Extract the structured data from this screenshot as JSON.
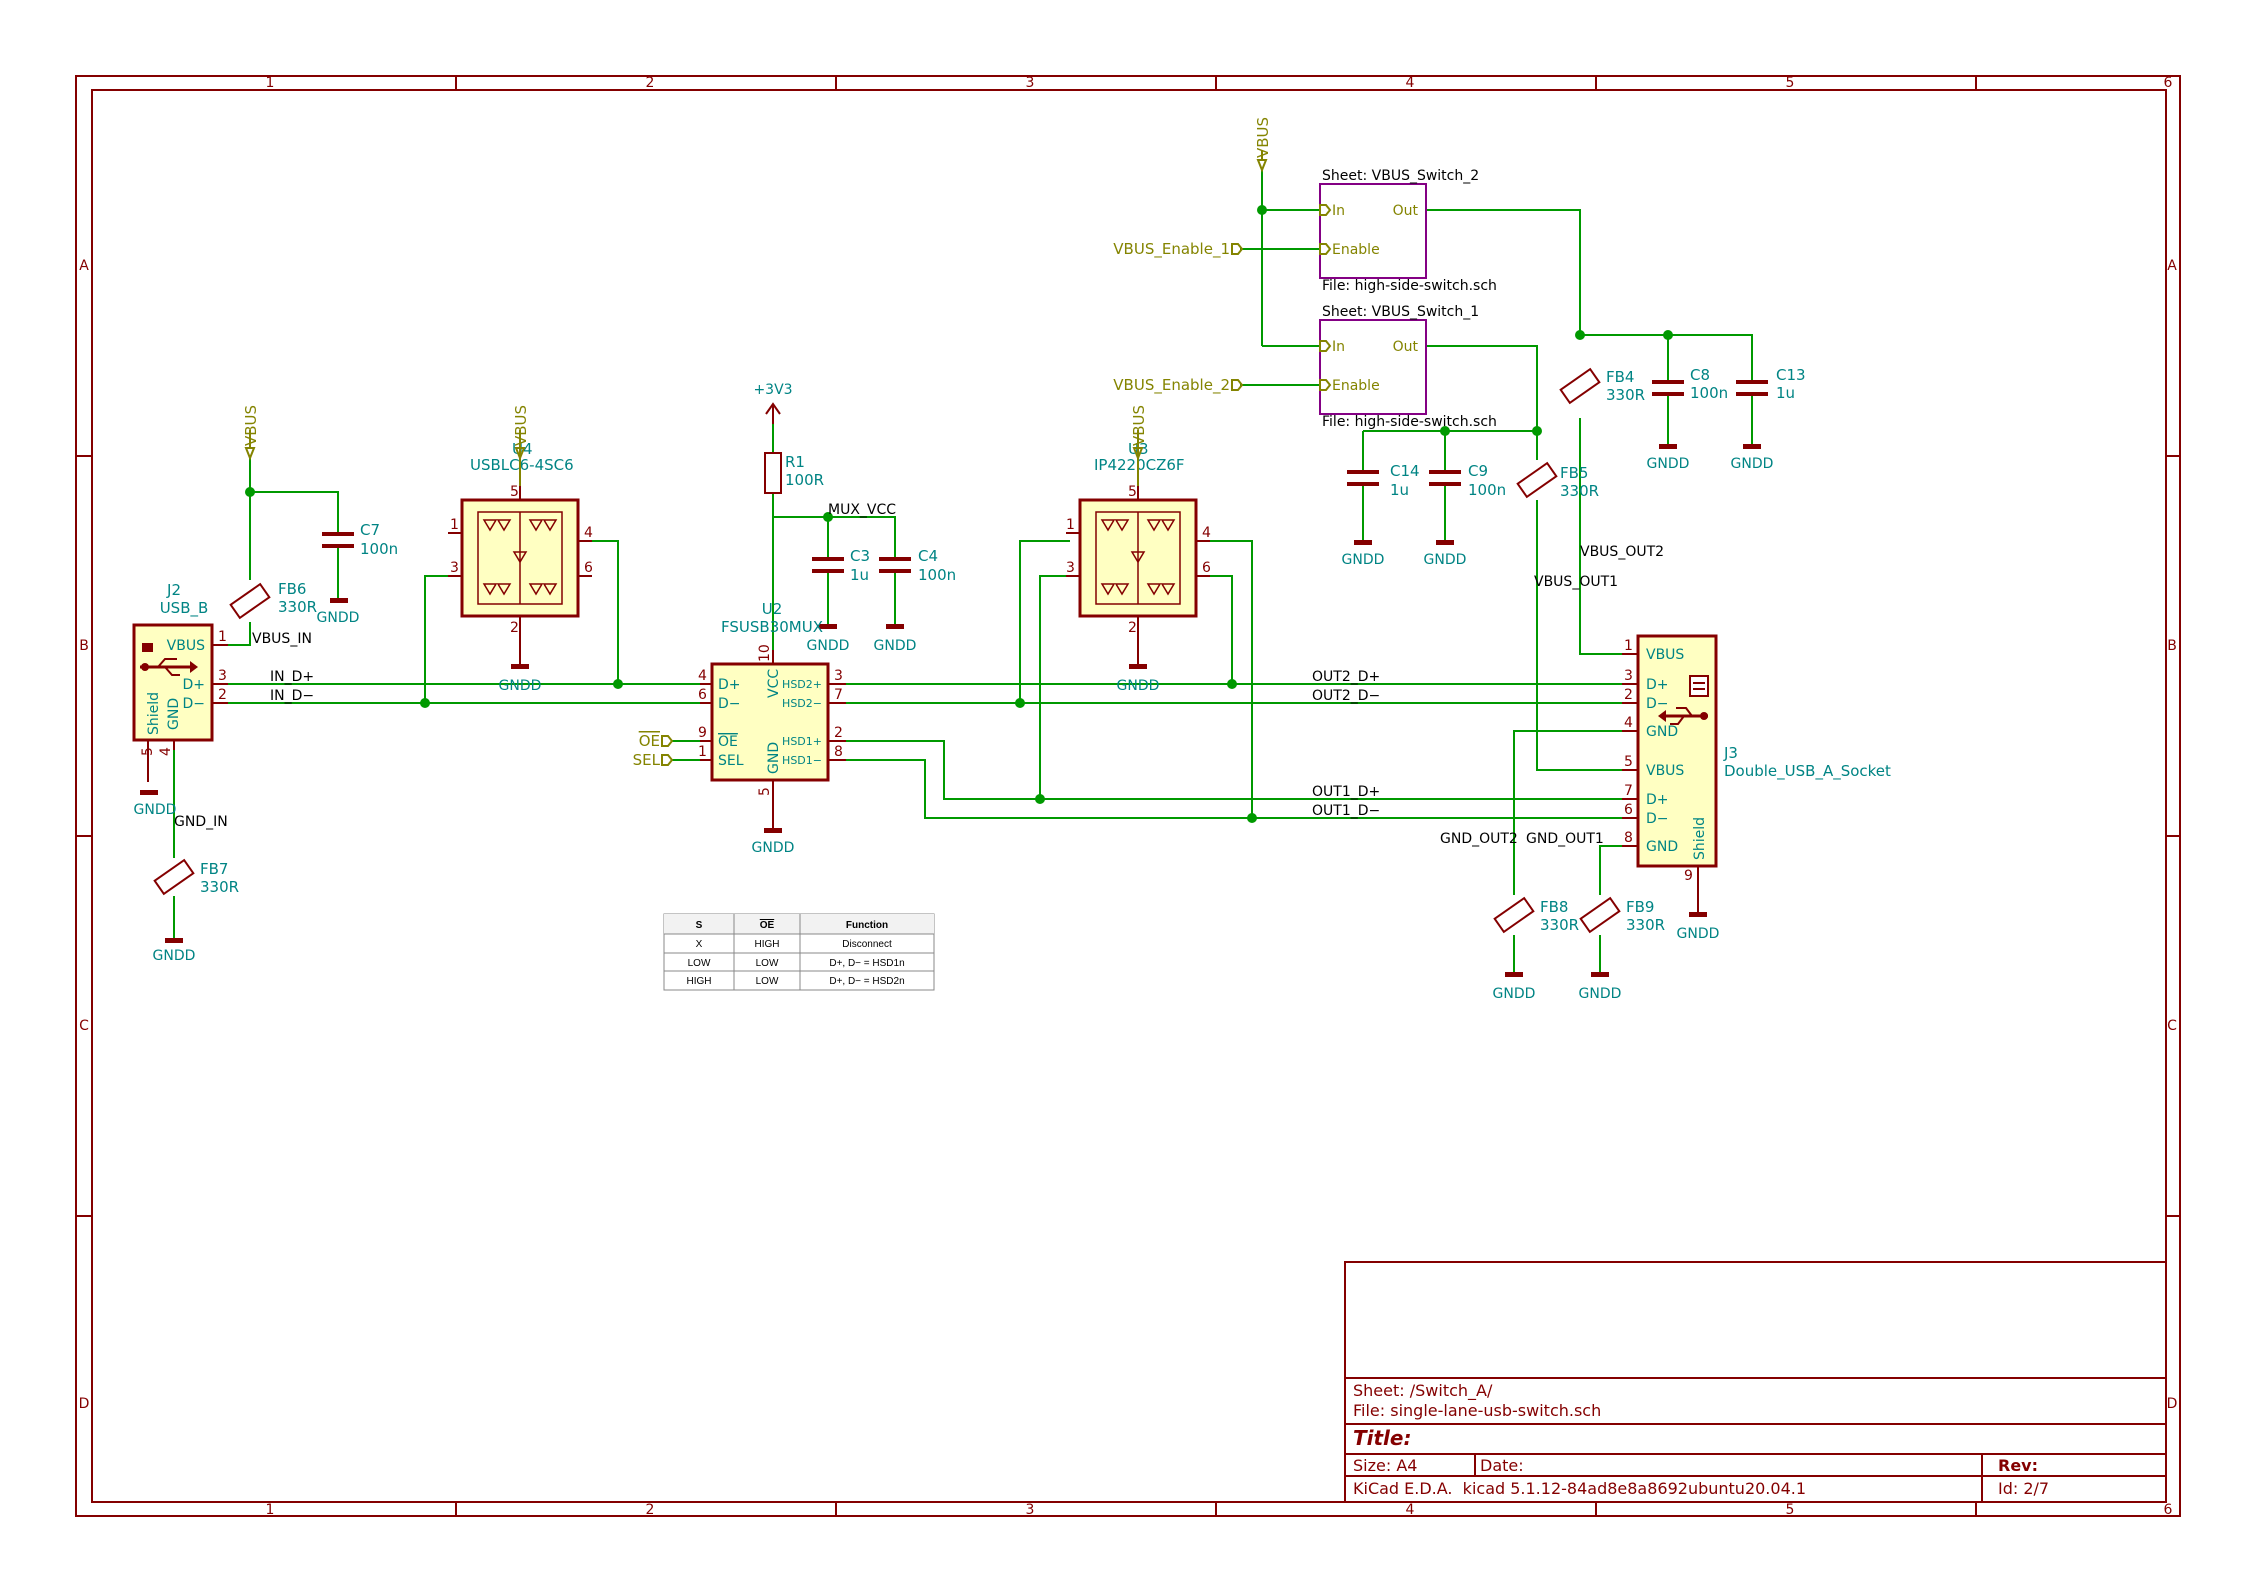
{
  "frame": {
    "col_labels": [
      "1",
      "2",
      "3",
      "4",
      "5",
      "6"
    ],
    "row_labels": [
      "A",
      "B",
      "C",
      "D"
    ]
  },
  "components": {
    "J2": {
      "ref": "J2",
      "value": "USB_B",
      "pins": {
        "vbus": "VBUS",
        "dp": "D+",
        "dm": "D−",
        "gnd": "GND",
        "shield": "Shield"
      },
      "nums": {
        "p1": "1",
        "p3": "3",
        "p2": "2",
        "p5": "5",
        "p4": "4"
      }
    },
    "U4": {
      "ref": "U4",
      "value": "USBLC6-4SC6",
      "nums": [
        "1",
        "3",
        "5",
        "2",
        "4",
        "6"
      ]
    },
    "U2": {
      "ref": "U2",
      "value": "FSUSB30MUX",
      "pins": {
        "dp": "D+",
        "dm": "D−",
        "oe": "OE",
        "sel": "SEL",
        "vcc": "VCC",
        "gnd": "GND",
        "hsd2p": "HSD2+",
        "hsd2m": "HSD2−",
        "hsd1p": "HSD1+",
        "hsd1m": "HSD1−"
      },
      "nums": {
        "p4": "4",
        "p6": "6",
        "p9": "9",
        "p1": "1",
        "p10": "10",
        "p5": "5",
        "p3": "3",
        "p7": "7",
        "p2": "2",
        "p8": "8"
      }
    },
    "U3": {
      "ref": "U3",
      "value": "IP4220CZ6F",
      "nums": [
        "1",
        "3",
        "5",
        "2",
        "4",
        "6"
      ]
    },
    "J3": {
      "ref": "J3",
      "value": "Double_USB_A_Socket",
      "pins": {
        "vbus1": "VBUS",
        "dp1": "D+",
        "dm1": "D−",
        "gnd1": "GND",
        "vbus2": "VBUS",
        "dp2": "D+",
        "dm2": "D−",
        "gnd2": "GND",
        "shield": "Shield"
      },
      "nums": [
        "1",
        "3",
        "2",
        "4",
        "5",
        "7",
        "6",
        "8",
        "9"
      ]
    },
    "R1": {
      "ref": "R1",
      "value": "100R"
    },
    "C7": {
      "ref": "C7",
      "value": "100n"
    },
    "C3": {
      "ref": "C3",
      "value": "1u"
    },
    "C4": {
      "ref": "C4",
      "value": "100n"
    },
    "C14": {
      "ref": "C14",
      "value": "1u"
    },
    "C9": {
      "ref": "C9",
      "value": "100n"
    },
    "C8": {
      "ref": "C8",
      "value": "100n"
    },
    "C13": {
      "ref": "C13",
      "value": "1u"
    },
    "FB4": {
      "ref": "FB4",
      "value": "330R"
    },
    "FB5": {
      "ref": "FB5",
      "value": "330R"
    },
    "FB6": {
      "ref": "FB6",
      "value": "330R"
    },
    "FB7": {
      "ref": "FB7",
      "value": "330R"
    },
    "FB8": {
      "ref": "FB8",
      "value": "330R"
    },
    "FB9": {
      "ref": "FB9",
      "value": "330R"
    }
  },
  "power": {
    "vbus": "VBUS",
    "v3v3": "+3V3",
    "gndd": "GNDD"
  },
  "nets": {
    "vbus_in": "VBUS_IN",
    "in_dp": "IN_D+",
    "in_dm": "IN_D−",
    "gnd_in": "GND_IN",
    "mux_vcc": "MUX_VCC",
    "out2_dp": "OUT2_D+",
    "out2_dm": "OUT2_D−",
    "out1_dp": "OUT1_D+",
    "out1_dm": "OUT1_D−",
    "vbus_out2": "VBUS_OUT2",
    "vbus_out1": "VBUS_OUT1",
    "gnd_out2": "GND_OUT2",
    "gnd_out1": "GND_OUT1"
  },
  "hier_labels": {
    "en1": "VBUS_Enable_1",
    "en2": "VBUS_Enable_2",
    "oe": "OE",
    "sel": "SEL"
  },
  "sheets": [
    {
      "name": "Sheet: VBUS_Switch_2",
      "file": "File: high-side-switch.sch",
      "pin_in": "In",
      "pin_en": "Enable",
      "pin_out": "Out"
    },
    {
      "name": "Sheet: VBUS_Switch_1",
      "file": "File: high-side-switch.sch",
      "pin_in": "In",
      "pin_en": "Enable",
      "pin_out": "Out"
    }
  ],
  "truth_table": {
    "headers": [
      "S",
      "OE",
      "Function"
    ],
    "rows": [
      [
        "X",
        "HIGH",
        "Disconnect"
      ],
      [
        "LOW",
        "LOW",
        "D+, D− = HSD1n"
      ],
      [
        "HIGH",
        "LOW",
        "D+, D− = HSD2n"
      ]
    ]
  },
  "title_block": {
    "sheet": "Sheet: /Switch_A/",
    "file": "File: single-lane-usb-switch.sch",
    "title": "Title:",
    "size": "Size: A4",
    "date": "Date:",
    "rev": "Rev:",
    "tool": "KiCad E.D.A.  kicad 5.1.12-84ad8e8a8692ubuntu20.04.1",
    "id": "Id: 2/7"
  },
  "colors": {
    "wire": "#009900",
    "component": "#840000",
    "body_fill": "#ffffc2",
    "text_cyan": "#008484",
    "hier": "#848400",
    "sheet": "#840084"
  }
}
